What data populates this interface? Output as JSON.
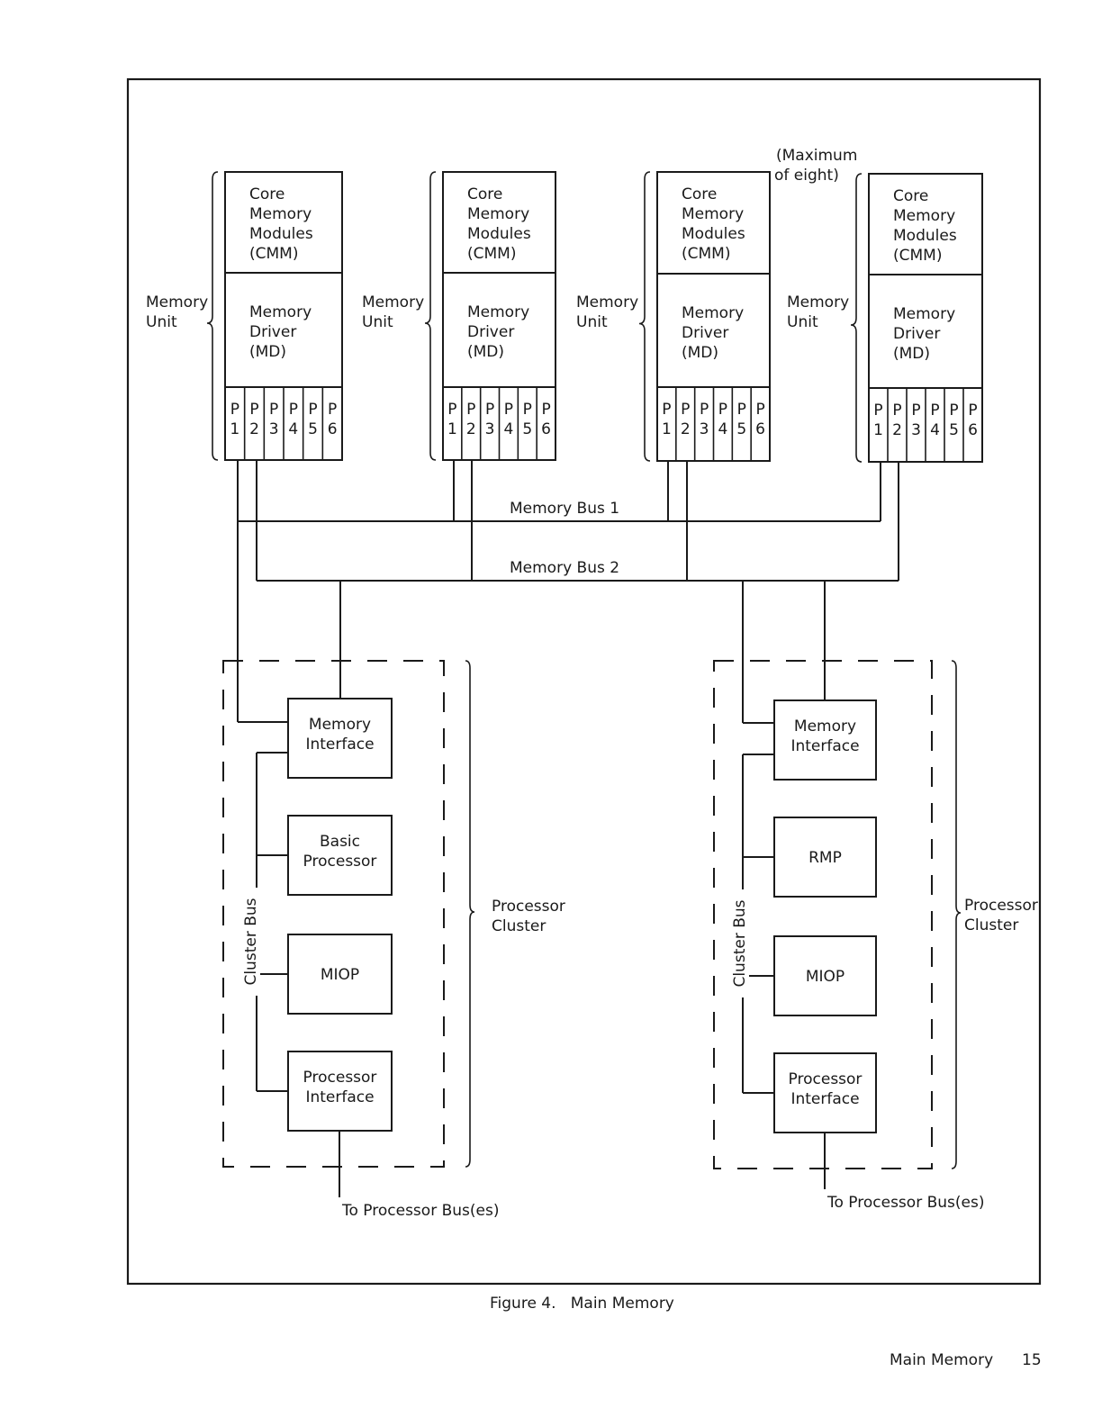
{
  "memory_units": [
    {
      "unit_label": [
        "Memory",
        "Unit"
      ],
      "cmm_label": [
        "Core",
        "Memory",
        "Modules",
        "(CMM)"
      ],
      "md_label": [
        "Memory",
        "Driver",
        "(MD)"
      ],
      "ports": [
        [
          "P",
          "1"
        ],
        [
          "P",
          "2"
        ],
        [
          "P",
          "3"
        ],
        [
          "P",
          "4"
        ],
        [
          "P",
          "5"
        ],
        [
          "P",
          "6"
        ]
      ]
    },
    {
      "unit_label": [
        "Memory",
        "Unit"
      ],
      "cmm_label": [
        "Core",
        "Memory",
        "Modules",
        "(CMM)"
      ],
      "md_label": [
        "Memory",
        "Driver",
        "(MD)"
      ],
      "ports": [
        [
          "P",
          "1"
        ],
        [
          "P",
          "2"
        ],
        [
          "P",
          "3"
        ],
        [
          "P",
          "4"
        ],
        [
          "P",
          "5"
        ],
        [
          "P",
          "6"
        ]
      ]
    },
    {
      "unit_label": [
        "Memory",
        "Unit"
      ],
      "cmm_label": [
        "Core",
        "Memory",
        "Modules",
        "(CMM)"
      ],
      "md_label": [
        "Memory",
        "Driver",
        "(MD)"
      ],
      "ports": [
        [
          "P",
          "1"
        ],
        [
          "P",
          "2"
        ],
        [
          "P",
          "3"
        ],
        [
          "P",
          "4"
        ],
        [
          "P",
          "5"
        ],
        [
          "P",
          "6"
        ]
      ]
    },
    {
      "unit_label": [
        "Memory",
        "Unit"
      ],
      "cmm_label": [
        "Core",
        "Memory",
        "Modules",
        "(CMM)"
      ],
      "md_label": [
        "Memory",
        "Driver",
        "(MD)"
      ],
      "ports": [
        [
          "P",
          "1"
        ],
        [
          "P",
          "2"
        ],
        [
          "P",
          "3"
        ],
        [
          "P",
          "4"
        ],
        [
          "P",
          "5"
        ],
        [
          "P",
          "6"
        ]
      ]
    }
  ],
  "max_note": [
    "(Maximum",
    "of eight)"
  ],
  "memory_bus_1": "Memory Bus 1",
  "memory_bus_2": "Memory Bus 2",
  "clusters": [
    {
      "bus_label": "Cluster Bus",
      "cluster_label": [
        "Processor",
        "Cluster"
      ],
      "boxes": [
        [
          "Memory",
          "Interface"
        ],
        [
          "Basic",
          "Processor"
        ],
        [
          "MIOP"
        ],
        [
          "Processor",
          "Interface"
        ]
      ],
      "to_bus": "To Processor Bus(es)"
    },
    {
      "bus_label": "Cluster Bus",
      "cluster_label": [
        "Processor",
        "Cluster"
      ],
      "boxes": [
        [
          "Memory",
          "Interface"
        ],
        [
          "RMP"
        ],
        [
          "MIOP"
        ],
        [
          "Processor",
          "Interface"
        ]
      ],
      "to_bus": "To Processor Bus(es)"
    }
  ],
  "caption": "Figure 4.   Main Memory",
  "footer": {
    "section": "Main Memory",
    "page": "15"
  }
}
